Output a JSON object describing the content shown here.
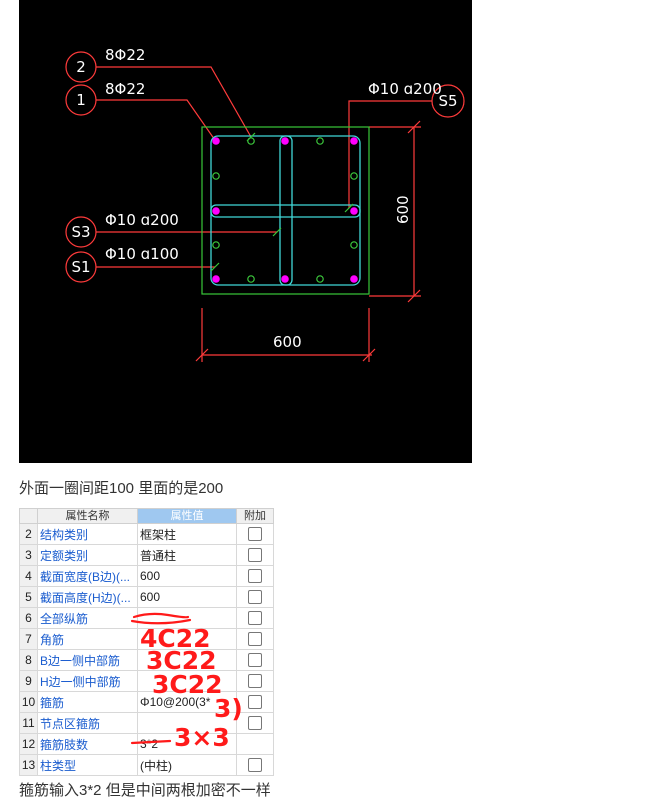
{
  "drawing": {
    "rebar_top_label": "8Φ22",
    "rebar_top_tag": "2",
    "rebar_corner_label": "8Φ22",
    "rebar_corner_tag": "1",
    "stirrup_right_label": "Φ10 ɑ200",
    "stirrup_right_tag": "S5",
    "stirrup_inner_label": "Φ10 ɑ200",
    "stirrup_inner_tag": "S3",
    "stirrup_outer_label": "Φ10 ɑ100",
    "stirrup_outer_tag": "S1",
    "dim_height": "600",
    "dim_width": "600",
    "colors": {
      "background": "#000000",
      "leader": "#ff3b3b",
      "outline": "#38c838",
      "stirrup": "#40d8d8",
      "corner_bar": "#ff00ff",
      "middle_bar": "#3cc83c"
    }
  },
  "caption": "外面一圈间距100 里面的是200",
  "table": {
    "header": {
      "name": "属性名称",
      "value": "属性值",
      "extra": "附加"
    },
    "rows": [
      {
        "num": "2",
        "name": "结构类别",
        "value": "框架柱",
        "checkbox": true
      },
      {
        "num": "3",
        "name": "定额类别",
        "value": "普通柱",
        "checkbox": true
      },
      {
        "num": "4",
        "name": "截面宽度(B边)(...",
        "value": "600",
        "checkbox": true
      },
      {
        "num": "5",
        "name": "截面高度(H边)(...",
        "value": "600",
        "checkbox": true
      },
      {
        "num": "6",
        "name": "全部纵筋",
        "value": "",
        "checkbox": true
      },
      {
        "num": "7",
        "name": "角筋",
        "value": "",
        "checkbox": true
      },
      {
        "num": "8",
        "name": "B边一侧中部筋",
        "value": "",
        "checkbox": true
      },
      {
        "num": "9",
        "name": "H边一侧中部筋",
        "value": "",
        "checkbox": true
      },
      {
        "num": "10",
        "name": "箍筋",
        "value": "Φ10@200(3*",
        "checkbox": true
      },
      {
        "num": "11",
        "name": "节点区箍筋",
        "value": "",
        "checkbox": true
      },
      {
        "num": "12",
        "name": "箍筋肢数",
        "value": "3*2",
        "checkbox": false
      },
      {
        "num": "13",
        "name": "柱类型",
        "value": "(中柱)",
        "checkbox": true
      }
    ]
  },
  "annotations": {
    "corner": "4C22",
    "b_middle": "3C22",
    "h_middle": "3C22",
    "stirrup_tail": "3)",
    "legs": "3×3"
  },
  "bottom_note": "箍筋输入3*2 但是中间两根加密不一样"
}
